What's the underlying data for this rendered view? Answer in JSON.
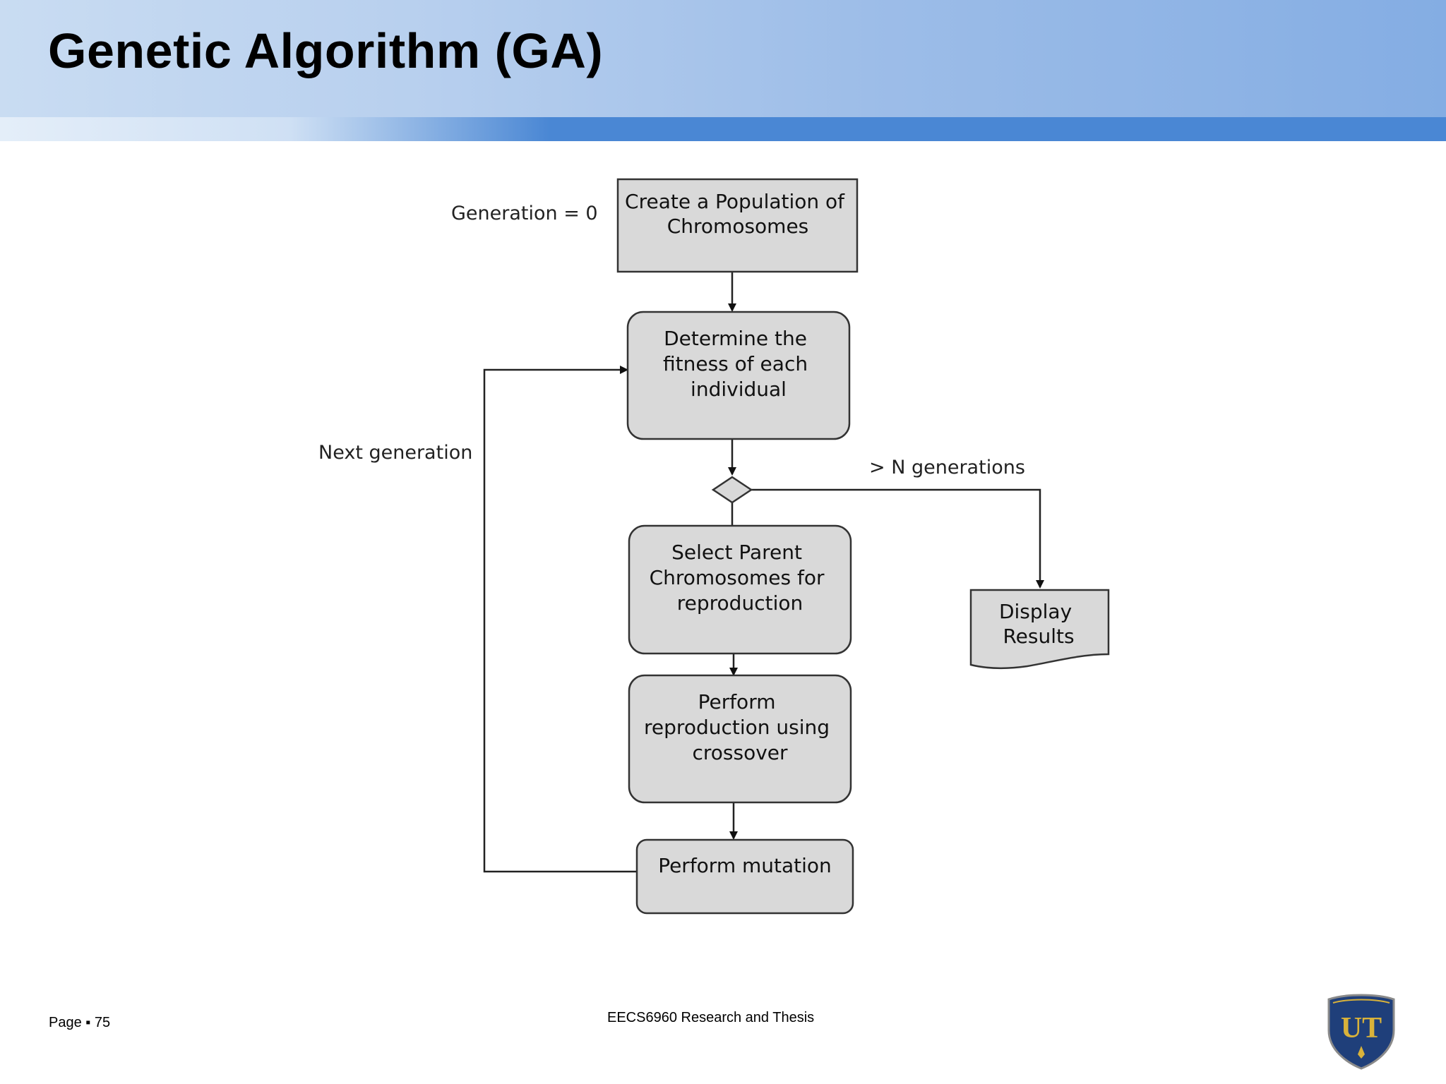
{
  "slide": {
    "title": "Genetic Algorithm (GA)"
  },
  "diagram": {
    "nodes": [
      {
        "id": "create",
        "lines": [
          "Create a Population of",
          "Chromosomes"
        ]
      },
      {
        "id": "fitness",
        "lines": [
          "Determine the",
          "fitness of each",
          "individual"
        ]
      },
      {
        "id": "decision",
        "lines": []
      },
      {
        "id": "select",
        "lines": [
          "Select Parent",
          "Chromosomes for",
          "reproduction"
        ]
      },
      {
        "id": "crossover",
        "lines": [
          "Perform",
          "reproduction using",
          "crossover"
        ]
      },
      {
        "id": "mutation",
        "lines": [
          "Perform mutation"
        ]
      },
      {
        "id": "display",
        "lines": [
          "Display",
          "Results"
        ]
      }
    ],
    "labels": {
      "generation_zero": "Generation = 0",
      "next_generation": "Next generation",
      "n_generations": "> N generations"
    }
  },
  "footer": {
    "page": "Page ▪ 75",
    "course": "EECS6960 Research and Thesis"
  },
  "logo": {
    "text": "UT"
  },
  "colors": {
    "box_fill": "#d9d9d9",
    "box_stroke": "#333333",
    "header_accent": "#4a87d4",
    "logo_blue": "#1f3f7a",
    "logo_gold": "#d9b23a"
  }
}
